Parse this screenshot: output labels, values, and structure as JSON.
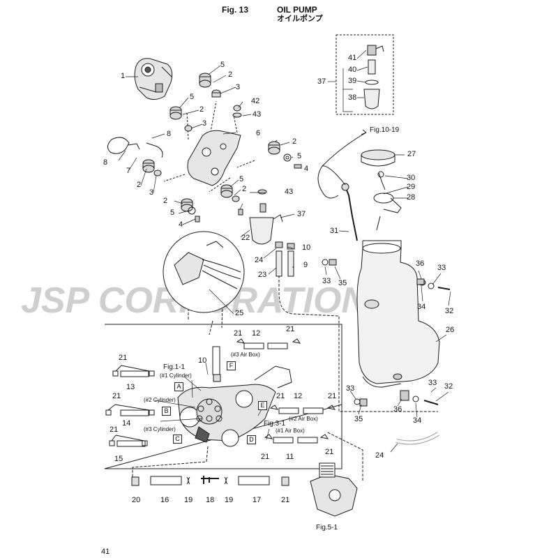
{
  "header": {
    "fig": "Fig. 13",
    "title": "OIL PUMP",
    "title_jp": "オイルポンプ"
  },
  "watermark": "JSP CORPORATION",
  "page_number": "41",
  "refs": {
    "fig10_19": "Fig.10-19",
    "fig1_1": "Fig.1-1",
    "fig3_1": "Fig.3-1",
    "fig5_1": "Fig.5-1"
  },
  "annotations": {
    "cyl1": "(#1 Cylinder)",
    "cyl2": "(#2 Cylinder)",
    "cyl3": "(#3 Cylinder)",
    "air3": "(#3 Air Box)",
    "air2": "(#2 Air Box)",
    "air1": "(#1 Air Box)"
  },
  "boxes": {
    "A": "A",
    "B": "B",
    "C": "C",
    "D": "D",
    "E": "E",
    "F": "F"
  },
  "callouts": {
    "n1": "1",
    "n2a": "2",
    "n2b": "2",
    "n2c": "2",
    "n2d": "2",
    "n2e": "2",
    "n2f": "2",
    "n3a": "3",
    "n3b": "3",
    "n3c": "3",
    "n4a": "4",
    "n4b": "4",
    "n5a": "5",
    "n5b": "5",
    "n5c": "5",
    "n5d": "5",
    "n5e": "5",
    "n6": "6",
    "n7": "7",
    "n8a": "8",
    "n8b": "8",
    "n9": "9",
    "n10a": "10",
    "n10b": "10",
    "n11": "11",
    "n12a": "12",
    "n12b": "12",
    "n13": "13",
    "n14": "14",
    "n15": "15",
    "n16": "16",
    "n17": "17",
    "n18": "18",
    "n19a": "19",
    "n19b": "19",
    "n20": "20",
    "n21a": "21",
    "n21b": "21",
    "n21c": "21",
    "n21d": "21",
    "n21e": "21",
    "n21f": "21",
    "n21g": "21",
    "n21h": "21",
    "n21i": "21",
    "n21j": "21",
    "n22": "22",
    "n23": "23",
    "n24a": "24",
    "n24b": "24",
    "n25": "25",
    "n26": "26",
    "n27": "27",
    "n28": "28",
    "n29": "29",
    "n30": "30",
    "n31": "31",
    "n32a": "32",
    "n32b": "32",
    "n33a": "33",
    "n33b": "33",
    "n33c": "33",
    "n33d": "33",
    "n34a": "34",
    "n34b": "34",
    "n35a": "35",
    "n35b": "35",
    "n36a": "36",
    "n36b": "36",
    "n37a": "37",
    "n37b": "37",
    "n38": "38",
    "n39": "39",
    "n40": "40",
    "n41": "41",
    "n42": "42",
    "n43a": "43",
    "n43b": "43"
  },
  "colors": {
    "line": "#1a1a1a",
    "part_fill": "#e6e6e6",
    "dark_fill": "#555555",
    "watermark": "#cfcfcf"
  }
}
